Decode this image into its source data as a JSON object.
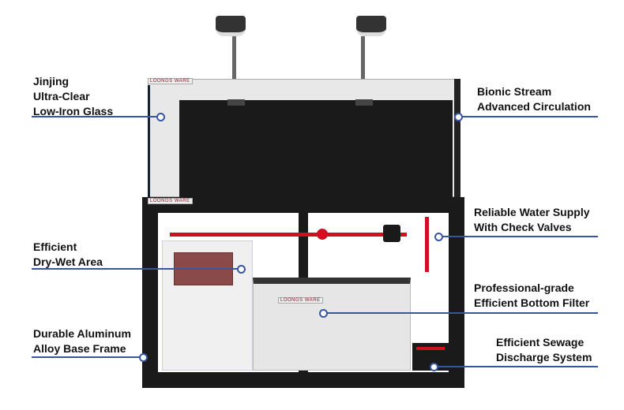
{
  "brand_logo": "LOONGS WARE",
  "callouts": {
    "glass": [
      "Jinjing",
      "Ultra-Clear",
      "Low-Iron Glass"
    ],
    "circulation": [
      "Bionic Stream",
      "Advanced Circulation"
    ],
    "dry_wet": [
      "Efficient",
      "Dry-Wet Area"
    ],
    "water_supply": [
      "Reliable Water Supply",
      "With Check Valves"
    ],
    "bottom_filter": [
      "Professional-grade",
      "Efficient Bottom Filter"
    ],
    "base_frame": [
      "Durable Aluminum",
      "Alloy Base Frame"
    ],
    "sewage": [
      "Efficient Sewage",
      "Discharge System"
    ]
  },
  "colors": {
    "callout": "#3a55a0",
    "frame": "#1a1a1a",
    "pipe": "#d01020"
  }
}
